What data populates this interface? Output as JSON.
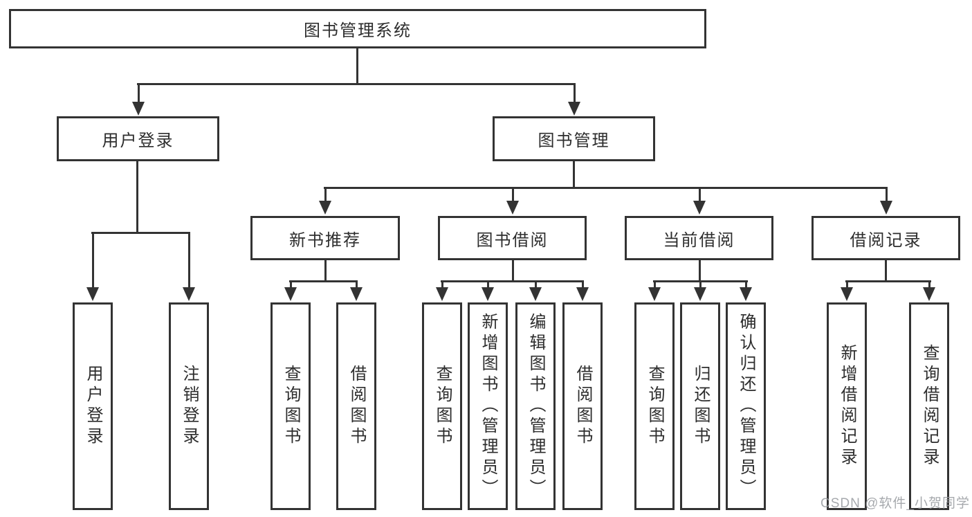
{
  "tree": {
    "label": "图书管理系统",
    "children": [
      {
        "label": "用户登录",
        "children": [
          {
            "label": "用户登录"
          },
          {
            "label": "注销登录"
          }
        ]
      },
      {
        "label": "图书管理",
        "children": [
          {
            "label": "新书推荐",
            "children": [
              {
                "label": "查询图书"
              },
              {
                "label": "借阅图书"
              }
            ]
          },
          {
            "label": "图书借阅",
            "children": [
              {
                "label": "查询图书"
              },
              {
                "label": "新增图书（管理员）"
              },
              {
                "label": "编辑图书（管理员）"
              },
              {
                "label": "借阅图书"
              }
            ]
          },
          {
            "label": "当前借阅",
            "children": [
              {
                "label": "查询图书"
              },
              {
                "label": "归还图书"
              },
              {
                "label": "确认归还（管理员）"
              }
            ]
          },
          {
            "label": "借阅记录",
            "children": [
              {
                "label": "新增借阅记录"
              },
              {
                "label": "查询借阅记录"
              }
            ]
          }
        ]
      }
    ]
  },
  "watermark": {
    "text": "CSDN @软件_小贺同学"
  },
  "colors": {
    "line": "#333333",
    "text": "#2d2d2d",
    "background": "#ffffff",
    "watermark": "#969aa3"
  }
}
